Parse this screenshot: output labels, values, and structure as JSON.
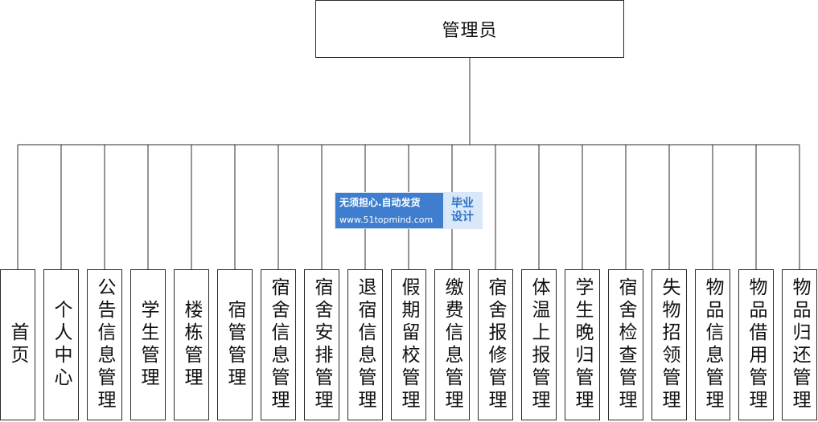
{
  "diagram": {
    "root": {
      "label": "管理员"
    },
    "children": [
      "首页",
      "个人中心",
      "公告信息管理",
      "学生管理",
      "楼栋管理",
      "宿管管理",
      "宿舍信息管理",
      "宿舍安排管理",
      "退宿信息管理",
      "假期留校管理",
      "缴费信息管理",
      "宿舍报修管理",
      "体温上报管理",
      "学生晚归管理",
      "宿舍检查管理",
      "失物招领管理",
      "物品信息管理",
      "物品借用管理",
      "物品归还管理"
    ]
  },
  "watermark": {
    "line1": "无须担心.自动发货",
    "line2": "www.51topmind.com",
    "side_label_1": "毕业",
    "side_label_2": "设计"
  }
}
